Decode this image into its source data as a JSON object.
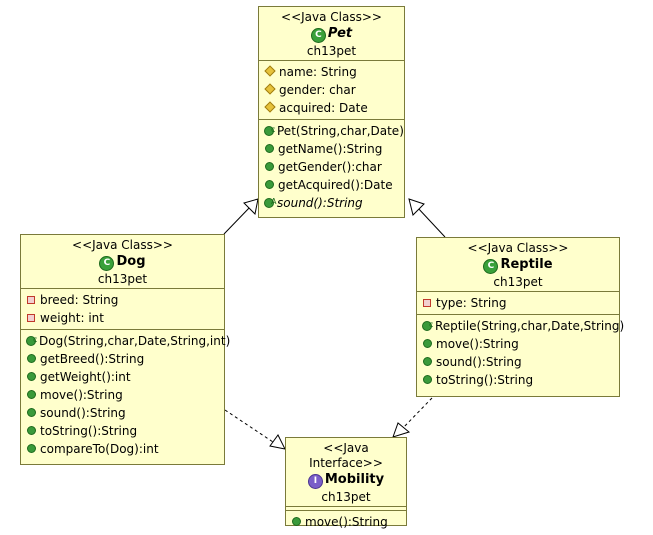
{
  "colors": {
    "box_fill": "#ffffcc",
    "box_border": "#7a7a3a",
    "public_icon": "#3a9a3a",
    "protected_icon": "#e6c23a",
    "private_icon": "#c0392b",
    "interface_icon": "#7a5ec8"
  },
  "pet": {
    "stereotype": "<<Java Class>>",
    "name": "Pet",
    "package": "ch13pet",
    "icon": "abstract-class-icon",
    "fields": [
      {
        "visibility": "protected",
        "text": "name: String"
      },
      {
        "visibility": "protected",
        "text": "gender: char"
      },
      {
        "visibility": "protected",
        "text": "acquired: Date"
      }
    ],
    "methods": [
      {
        "kind": "constructor",
        "text": "Pet(String,char,Date)"
      },
      {
        "kind": "public",
        "text": "getName():String"
      },
      {
        "kind": "public",
        "text": "getGender():char"
      },
      {
        "kind": "public",
        "text": "getAcquired():Date"
      },
      {
        "kind": "abstract",
        "text": "sound():String"
      }
    ]
  },
  "dog": {
    "stereotype": "<<Java Class>>",
    "name": "Dog",
    "package": "ch13pet",
    "icon": "class-icon",
    "fields": [
      {
        "visibility": "private",
        "text": "breed: String"
      },
      {
        "visibility": "private",
        "text": "weight: int"
      }
    ],
    "methods": [
      {
        "kind": "constructor",
        "text": "Dog(String,char,Date,String,int)"
      },
      {
        "kind": "public",
        "text": "getBreed():String"
      },
      {
        "kind": "public",
        "text": "getWeight():int"
      },
      {
        "kind": "public",
        "text": "move():String"
      },
      {
        "kind": "public",
        "text": "sound():String"
      },
      {
        "kind": "public",
        "text": "toString():String"
      },
      {
        "kind": "public",
        "text": "compareTo(Dog):int"
      }
    ]
  },
  "reptile": {
    "stereotype": "<<Java Class>>",
    "name": "Reptile",
    "package": "ch13pet",
    "icon": "class-icon",
    "fields": [
      {
        "visibility": "private",
        "text": "type: String"
      }
    ],
    "methods": [
      {
        "kind": "constructor",
        "text": "Reptile(String,char,Date,String)"
      },
      {
        "kind": "public",
        "text": "move():String"
      },
      {
        "kind": "public",
        "text": "sound():String"
      },
      {
        "kind": "public",
        "text": "toString():String"
      }
    ]
  },
  "mobility": {
    "stereotype": "<<Java Interface>>",
    "name": "Mobility",
    "package": "ch13pet",
    "icon": "interface-icon",
    "methods": [
      {
        "kind": "public",
        "text": "move():String"
      }
    ]
  },
  "relations": [
    {
      "from": "Dog",
      "to": "Pet",
      "type": "generalization"
    },
    {
      "from": "Reptile",
      "to": "Pet",
      "type": "generalization"
    },
    {
      "from": "Dog",
      "to": "Mobility",
      "type": "realization"
    },
    {
      "from": "Reptile",
      "to": "Mobility",
      "type": "realization"
    }
  ]
}
